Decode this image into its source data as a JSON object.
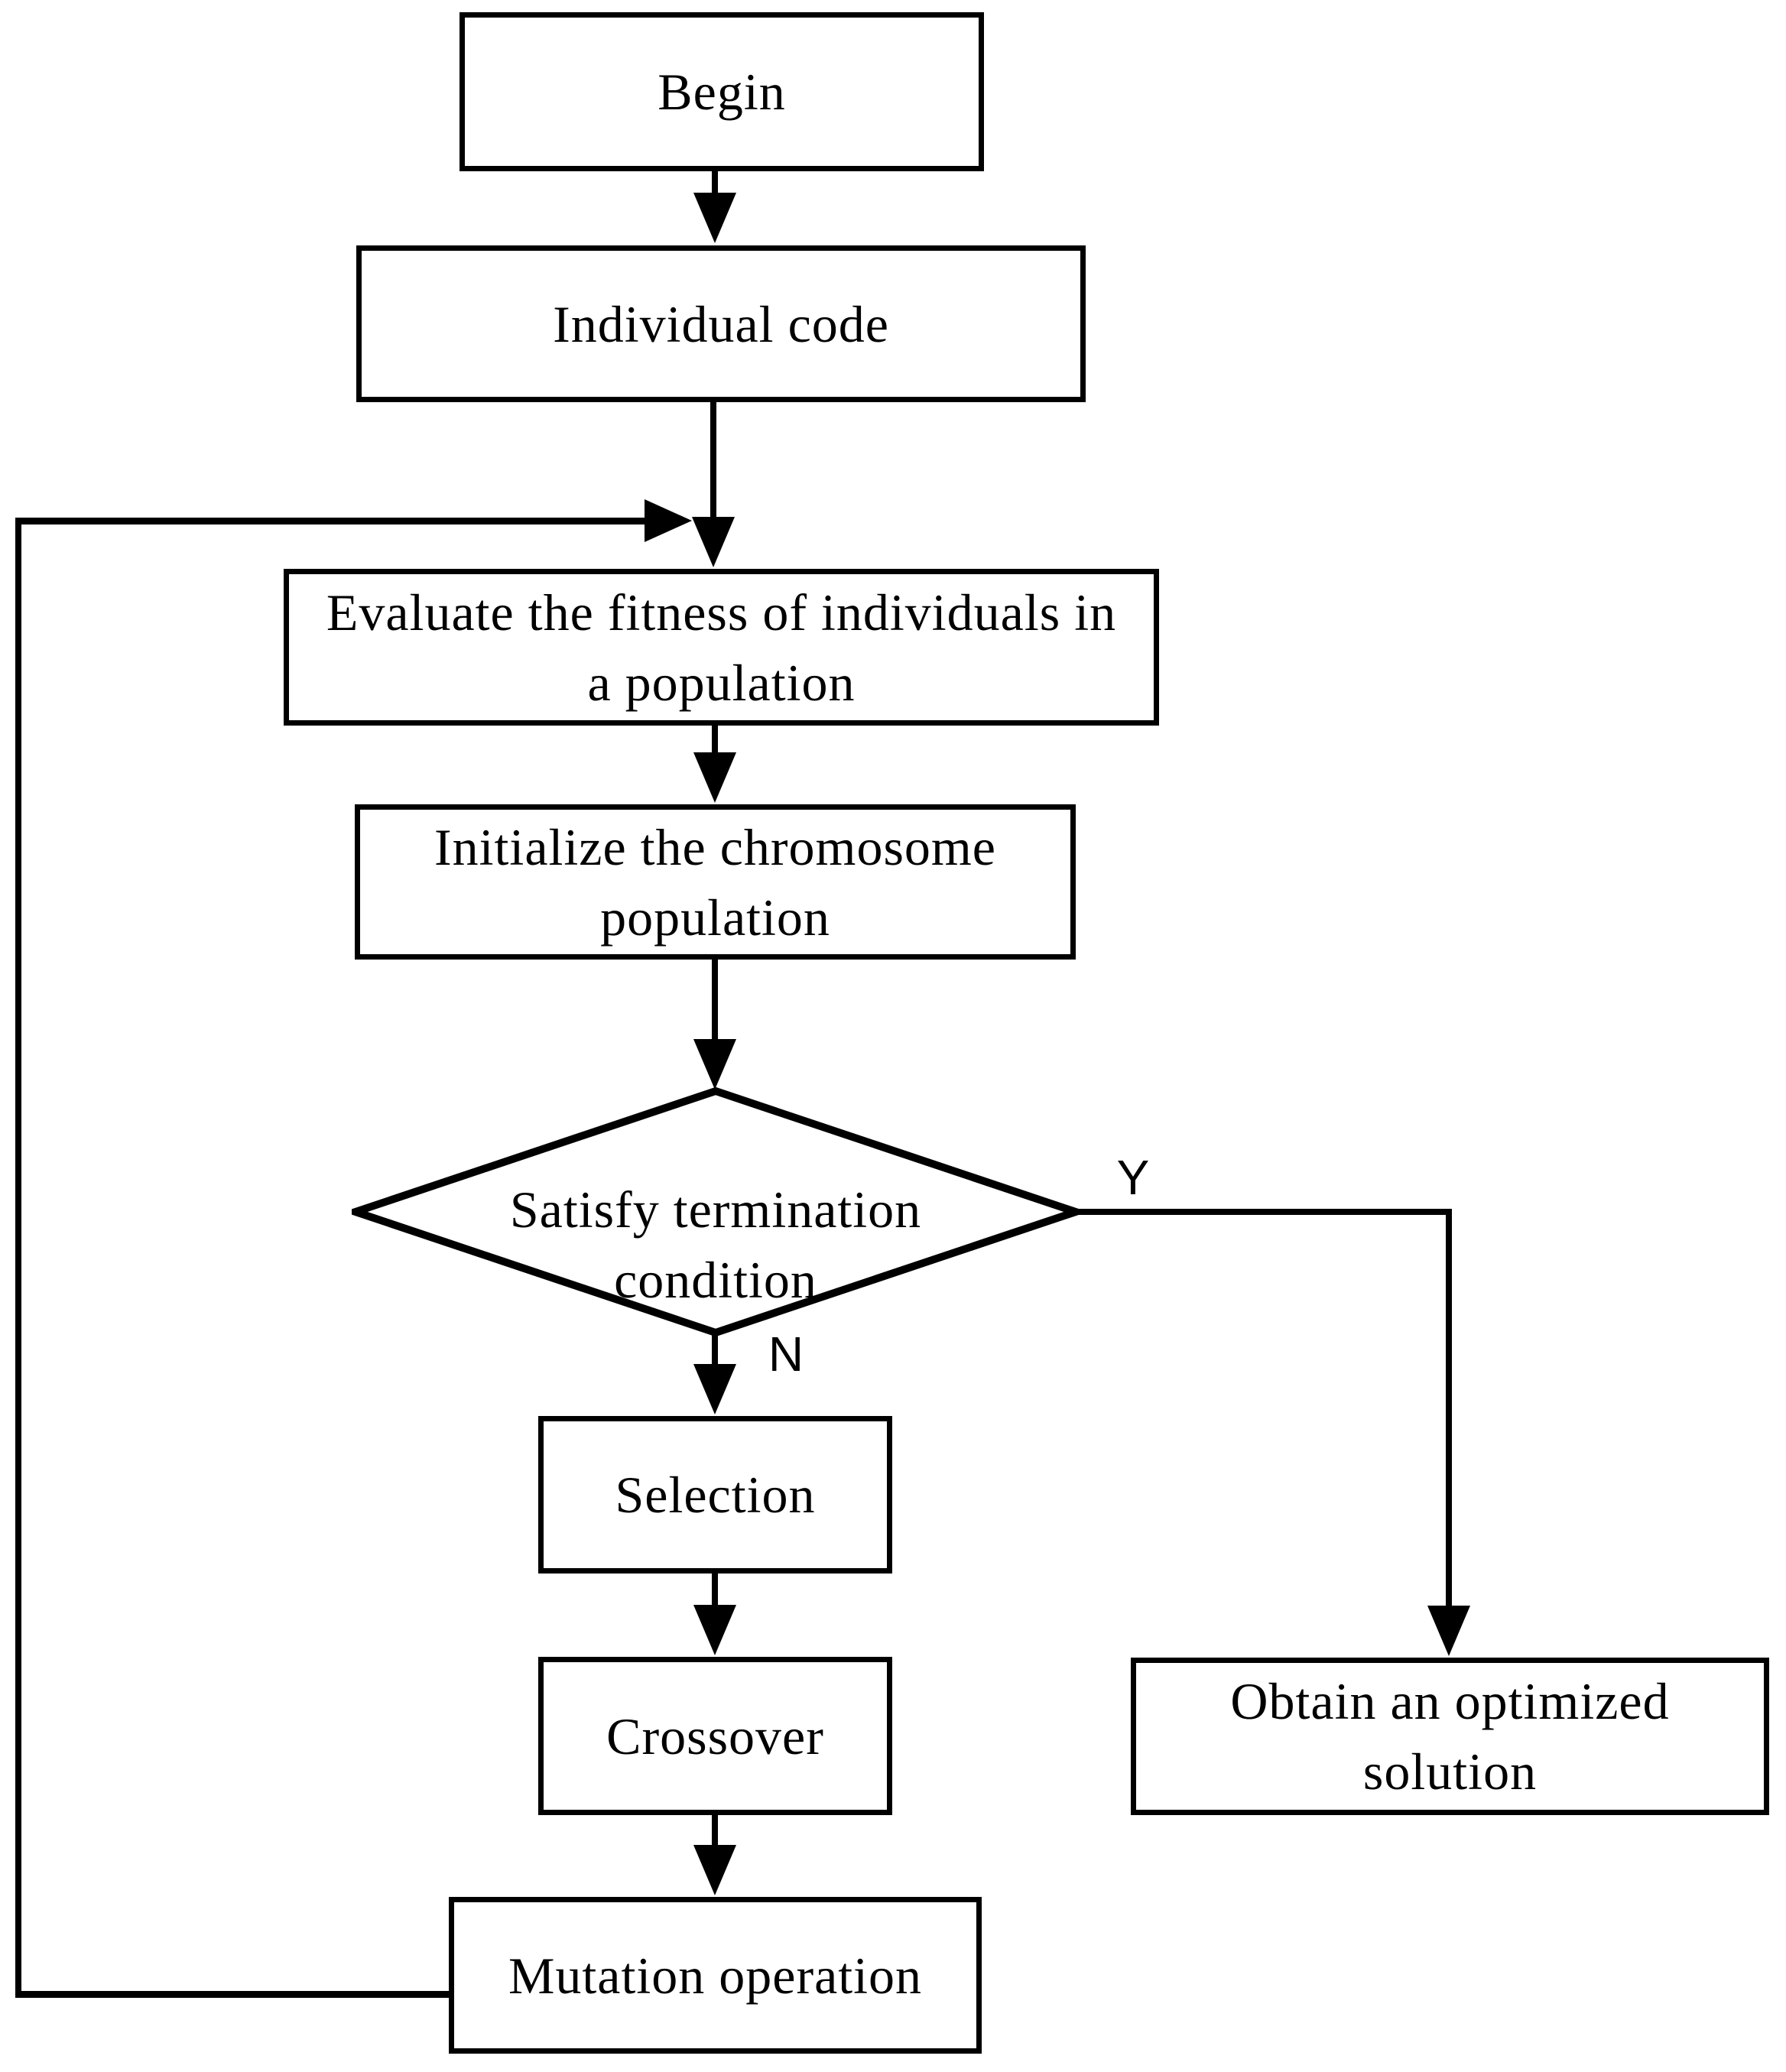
{
  "nodes": {
    "begin": {
      "label": "Begin"
    },
    "individual_code": {
      "label": "Individual code"
    },
    "evaluate_fitness": {
      "line1": "Evaluate the fitness of individuals in",
      "line2": "a population"
    },
    "initialize_population": {
      "line1": "Initialize the chromosome",
      "line2": "population"
    },
    "termination_decision": {
      "line1": "Satisfy termination",
      "line2": "condition"
    },
    "selection": {
      "label": "Selection"
    },
    "crossover": {
      "label": "Crossover"
    },
    "mutation": {
      "label": "Mutation operation"
    },
    "optimized_solution": {
      "line1": "Obtain an optimized",
      "line2": "solution"
    }
  },
  "branch_labels": {
    "yes": "Y",
    "no": "N"
  },
  "edges": [
    {
      "from": "begin",
      "to": "individual_code"
    },
    {
      "from": "individual_code",
      "to": "evaluate_fitness"
    },
    {
      "from": "evaluate_fitness",
      "to": "initialize_population"
    },
    {
      "from": "initialize_population",
      "to": "termination_decision"
    },
    {
      "from": "termination_decision",
      "to": "optimized_solution",
      "label": "Y"
    },
    {
      "from": "termination_decision",
      "to": "selection",
      "label": "N"
    },
    {
      "from": "selection",
      "to": "crossover"
    },
    {
      "from": "crossover",
      "to": "mutation"
    },
    {
      "from": "mutation",
      "to": "evaluate_fitness",
      "type": "feedback-loop"
    }
  ],
  "colors": {
    "stroke": "#000000",
    "background": "#ffffff"
  }
}
